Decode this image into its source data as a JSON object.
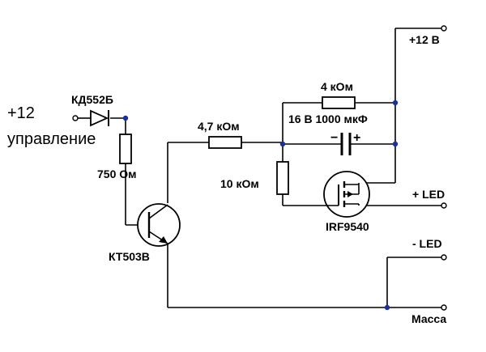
{
  "labels": {
    "input_voltage": "+12",
    "input_name": "управление",
    "diode": "КД552Б",
    "r_base": "750 Ом",
    "transistor": "КТ503В",
    "r_series": "4,7 кОм",
    "r_gate": "10 кОм",
    "r_top": "4 кОм",
    "capacitor": "16 В 1000 мкФ",
    "mosfet": "IRF9540",
    "supply": "+12 В",
    "led_plus": "+ LED",
    "led_minus": "- LED",
    "ground": "Масса"
  },
  "colors": {
    "wire": "#000000",
    "node": "#1a2fa0"
  }
}
